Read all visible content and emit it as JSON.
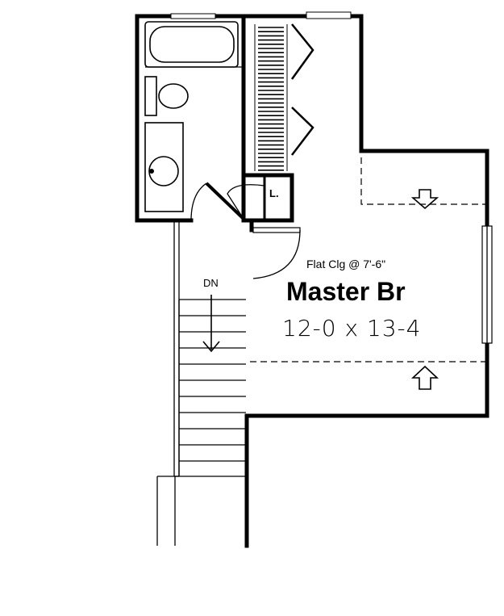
{
  "room": {
    "name": "Master Br",
    "size": "12-0 x 13-4",
    "ceiling_note": "Flat Clg @ 7'-6\""
  },
  "stair": {
    "direction_label": "DN"
  },
  "linen": {
    "label": "L."
  }
}
